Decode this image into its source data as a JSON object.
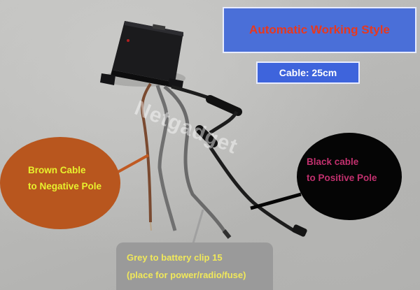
{
  "title": "Automatic Working Style",
  "cable_length": "Cable: 25cm",
  "brown_callout": {
    "line1": "Brown Cable",
    "line2": "to Negative Pole"
  },
  "black_callout": {
    "line1": "Black cable",
    "line2": "to Positive Pole"
  },
  "grey_callout": {
    "line1": "Grey to battery clip 15",
    "line2": "(place for power/radio/fuse)"
  },
  "watermark": "Netgadget",
  "colors": {
    "title_bg": "#4a6fd8",
    "title_text": "#e8381e",
    "brown_circle": "#b8561e",
    "brown_text": "#e8f12e",
    "black_text": "#c2306e",
    "grey_text": "#f0e85a"
  }
}
